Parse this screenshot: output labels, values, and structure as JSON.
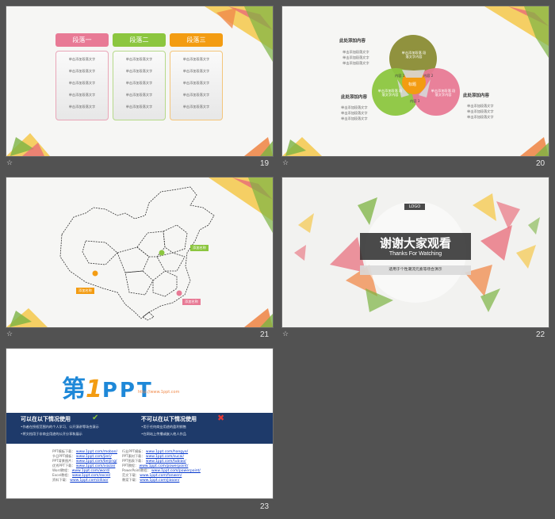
{
  "slides": [
    {
      "num": "19",
      "columns": [
        {
          "title": "段落一",
          "color": "#e87a95",
          "border": "#e9a6b8",
          "lines": [
            "单击添加段落文字",
            "单击添加段落文字",
            "单击添加段落文字",
            "单击添加段落文字",
            "单击添加段落文字"
          ]
        },
        {
          "title": "段落二",
          "color": "#8cc63f",
          "border": "#b6d98a",
          "lines": [
            "单击添加段落文字",
            "单击添加段落文字",
            "单击添加段落文字",
            "单击添加段落文字",
            "单击添加段落文字"
          ]
        },
        {
          "title": "段落三",
          "color": "#f39c12",
          "border": "#f4c57a",
          "lines": [
            "单击添加段落文字",
            "单击添加段落文字",
            "单击添加段落文字",
            "单击添加段落文字",
            "单击添加段落文字"
          ]
        }
      ]
    },
    {
      "num": "20",
      "headings": {
        "top": "此处添加内容",
        "left": "此处添加内容",
        "right": "此处添加内容"
      },
      "bullets": {
        "top": [
          "单击添加段落文字",
          "单击添加段落文字",
          "单击添加段落文字"
        ],
        "left": [
          "单击添加段落文字",
          "单击添加段落文字",
          "单击添加段落文字"
        ],
        "right": [
          "单击添加段落文字",
          "单击添加段落文字",
          "单击添加段落文字"
        ]
      },
      "circle_text": {
        "top": "单击添加段落 段落文字内容",
        "left": "单击添加段落 段落文字内容",
        "right": "单击添加段落 段落文字内容"
      },
      "segments": {
        "c1": "内容 1",
        "c2": "内容 2",
        "c3": "内容 3",
        "center": "标题"
      }
    },
    {
      "num": "21",
      "labels": [
        "添加名称",
        "添加名称",
        "添加名称"
      ]
    },
    {
      "num": "22",
      "logo": "LOGO",
      "title": "谢谢大家观看",
      "subtitle": "Thanks For  Watching",
      "tagline": "适用于个性潮流元素等场合演示"
    },
    {
      "num": "23",
      "brand_first": "第",
      "brand_one": "1",
      "brand_ppt": "PPT",
      "brand_url": "http://www.1ppt.com",
      "can_title": "可以在以下情况使用",
      "cannot_title": "不可以在以下情况使用",
      "can_lines": [
        "•作者在授权范围内的个人学习、公开演讲等场合演示",
        "•将文档用于非商业用途的公开分享和展示"
      ],
      "cannot_lines": [
        "•用于任何商业用途的盈利销售",
        "•在网站上传播或嵌入他人作品"
      ],
      "left_labels": [
        "PPT模板下载：",
        "节日PPT模板：",
        "PPT背景图片：",
        "优秀PPT下载：",
        "Word教程：",
        "Excel教程：",
        "资料下载："
      ],
      "left_links": [
        "www.1ppt.com/moban/",
        "www.1ppt.com/jieri/",
        "www.1ppt.com/beijing/",
        "www.1ppt.com/xiazai/",
        "www.1ppt.com/word/",
        "www.1ppt.com/excel/",
        "www.1ppt.com/ziliao/"
      ],
      "right_labels": [
        "行业PPT模板：",
        "PPT素材下载：",
        "PPT图表下载：",
        "PPT教程：",
        "PowerPoint教程：",
        "范文下载：",
        "教案下载："
      ],
      "right_links": [
        "www.1ppt.com/hangye/",
        "www.1ppt.com/sucai/",
        "www.1ppt.com/tubiao/",
        "www.1ppt.com/powerpoint/",
        "www.1ppt.com/powerpoint/",
        "www.1ppt.com/fanwen/",
        "www.1ppt.com/jiaoan/"
      ]
    }
  ],
  "colors": {
    "bg": "#525252",
    "navy": "#1e3a6a",
    "pink": "#e87a95",
    "green": "#8cc63f",
    "orange": "#f39c12",
    "olive": "#8a8c34"
  }
}
